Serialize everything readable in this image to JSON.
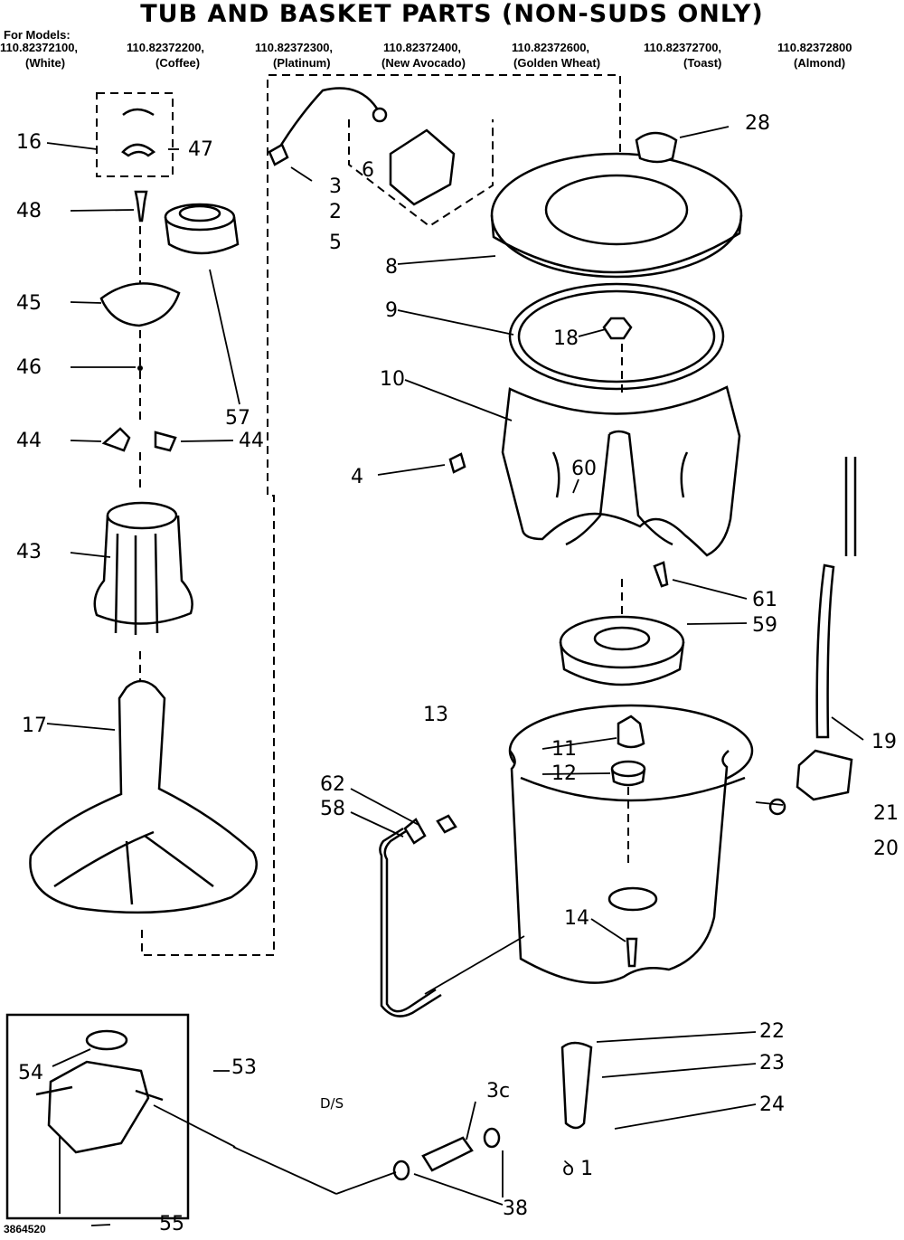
{
  "title": "TUB AND BASKET PARTS (NON-SUDS ONLY)",
  "for_models_label": "For Models:",
  "models": [
    {
      "number": "110.82372100,",
      "color": "(White)"
    },
    {
      "number": "110.82372200,",
      "color": "(Coffee)"
    },
    {
      "number": "110.82372300,",
      "color": "(Platinum)"
    },
    {
      "number": "110.82372400,",
      "color": "(New Avocado)"
    },
    {
      "number": "110.82372600,",
      "color": "(Golden Wheat)"
    },
    {
      "number": "110.82372700,",
      "color": "(Toast)"
    },
    {
      "number": "110.82372800",
      "color": "(Almond)"
    }
  ],
  "callouts": {
    "c16": "16",
    "c47": "47",
    "c48": "48",
    "c45": "45",
    "c46": "46",
    "c44a": "44",
    "c44b": "44",
    "c57": "57",
    "c43": "43",
    "c17": "17",
    "c3": "3",
    "c2": "2",
    "c5": "5",
    "c6": "6",
    "c28": "28",
    "c8": "8",
    "c9": "9",
    "c18": "18",
    "c10": "10",
    "c4": "4",
    "c60": "60",
    "c61": "61",
    "c59": "59",
    "c13": "13",
    "c11": "11",
    "c12": "12",
    "c62": "62",
    "c58": "58",
    "c19": "19",
    "c21": "21",
    "c20": "20",
    "c14": "14",
    "c22": "22",
    "c23": "23",
    "c24": "24",
    "c3c": "3c",
    "c53": "53",
    "c54": "54",
    "c55": "55",
    "c38": "38",
    "c1": "ꝺ 1"
  },
  "note_ds": "D/S",
  "drawing_code": "3864520"
}
